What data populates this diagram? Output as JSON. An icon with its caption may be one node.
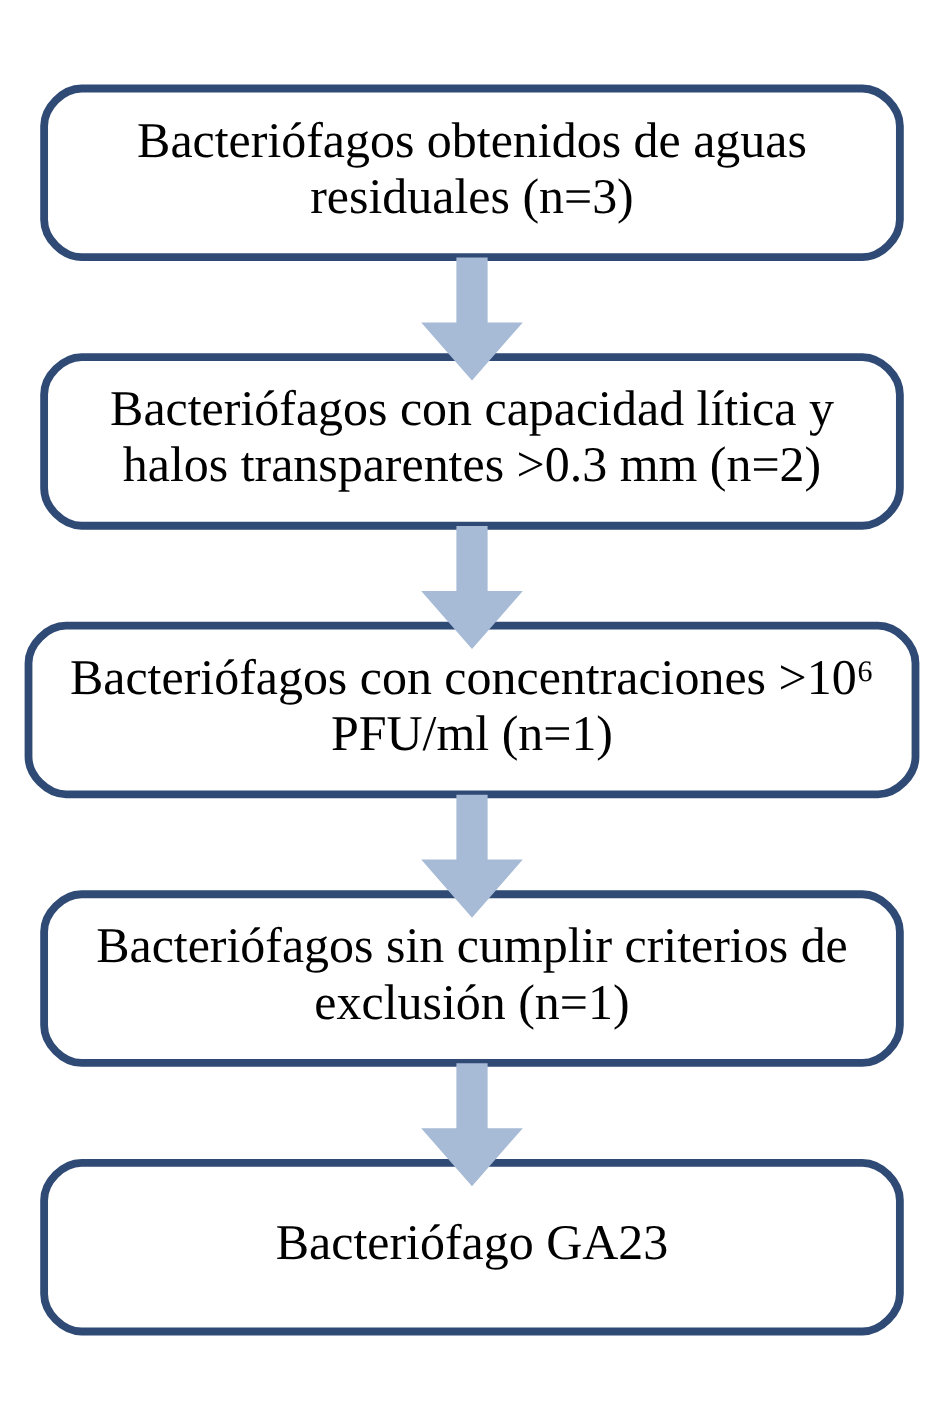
{
  "diagram": {
    "nodes": [
      {
        "text": [
          "Bacteriófagos obtenidos de aguas residuales (n=3)"
        ]
      },
      {
        "text": [
          "Bacteriófagos con capacidad lítica y halos transparentes >0.3 mm (n=2)"
        ]
      },
      {
        "text": [
          "Bacteriófagos con concentraciones >10⁶ PFU/ml (n=1)"
        ]
      },
      {
        "text": [
          "Bacteriófagos sin cumplir criterios de exclusión (n=1)"
        ]
      },
      {
        "text": [
          "Bacteriófago GA23"
        ]
      }
    ],
    "edges": [
      {
        "from": 0,
        "to": 1,
        "arrow": "to"
      },
      {
        "from": 1,
        "to": 2,
        "arrow": "to"
      },
      {
        "from": 2,
        "to": 3,
        "arrow": "to"
      },
      {
        "from": 3,
        "to": 4,
        "arrow": "to"
      }
    ]
  }
}
